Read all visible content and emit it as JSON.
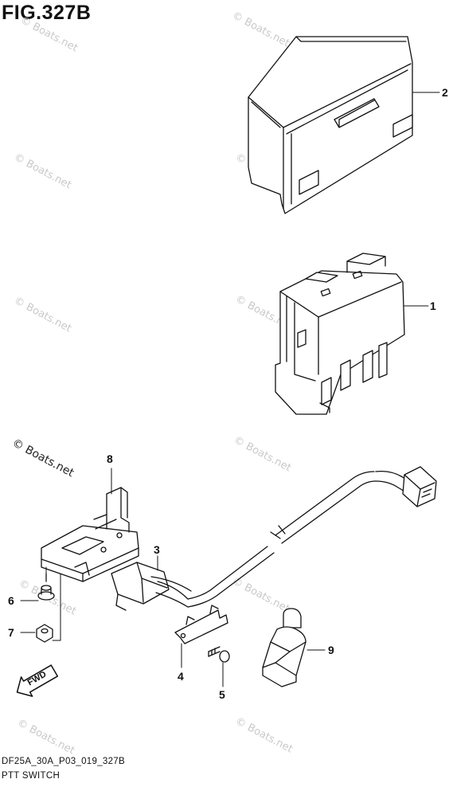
{
  "figure": {
    "title": "FIG.327B"
  },
  "footer": {
    "code": "DF25A_30A_P03_019_327B",
    "name": "PTT SWITCH"
  },
  "watermark": {
    "text": "© Boats.net"
  },
  "direction_arrow": {
    "label": "FWD"
  },
  "callouts": [
    {
      "id": "1",
      "label": "1"
    },
    {
      "id": "2",
      "label": "2"
    },
    {
      "id": "3",
      "label": "3"
    },
    {
      "id": "4",
      "label": "4"
    },
    {
      "id": "5",
      "label": "5"
    },
    {
      "id": "6",
      "label": "6"
    },
    {
      "id": "7",
      "label": "7"
    },
    {
      "id": "8",
      "label": "8"
    },
    {
      "id": "9",
      "label": "9"
    }
  ]
}
